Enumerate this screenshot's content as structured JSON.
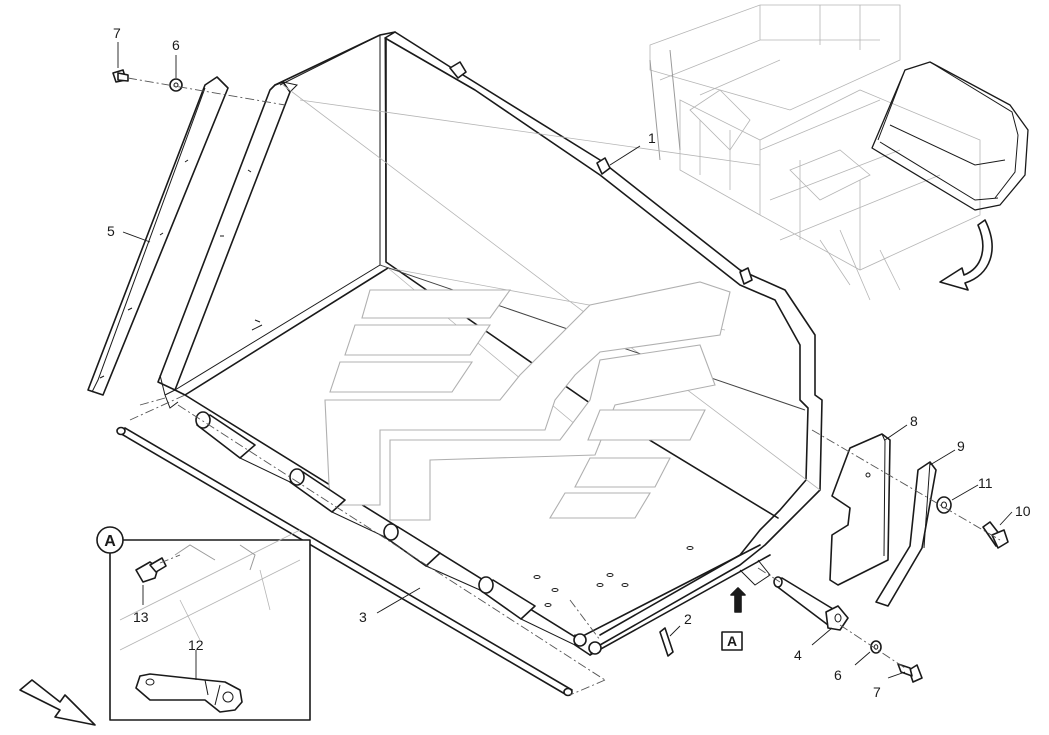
{
  "callouts": {
    "c1": "1",
    "c2": "2",
    "c3": "3",
    "c4": "4",
    "c5": "5",
    "c6_top": "6",
    "c6_bottom": "6",
    "c7_top": "7",
    "c7_bottom": "7",
    "c8": "8",
    "c9": "9",
    "c10": "10",
    "c11": "11",
    "c12": "12",
    "c13": "13"
  },
  "detail_view": {
    "label": "A",
    "view_marker": "A"
  },
  "colors": {
    "line": "#1a1a1a",
    "watermark": "#b0b0b0",
    "background": "#ffffff"
  }
}
